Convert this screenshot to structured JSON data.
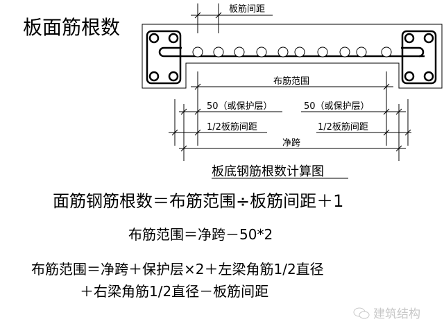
{
  "slide_title": "板面筋根数",
  "diagram": {
    "spacing_label": "板筋间距",
    "range_label": "布筋范围",
    "cover_label_left": "50（或保护层）",
    "cover_label_right": "50（或保护层）",
    "half_spacing_left": "1/2板筋间距",
    "half_spacing_right": "1/2板筋间距",
    "clear_span_label": "净跨",
    "caption": "板底钢筋根数计算图"
  },
  "formulas": {
    "main": "面筋钢筋根数＝布筋范围÷板筋间距＋1",
    "range_simple": "布筋范围＝净跨－50*2",
    "range_full_line1": "布筋范围＝净跨＋保护层×2＋左梁角筋1/2直径",
    "range_full_line2": "＋右梁角筋1/2直径－板筋间距"
  },
  "watermark": {
    "icon": "wechat-icon",
    "text": "建筑结构"
  }
}
